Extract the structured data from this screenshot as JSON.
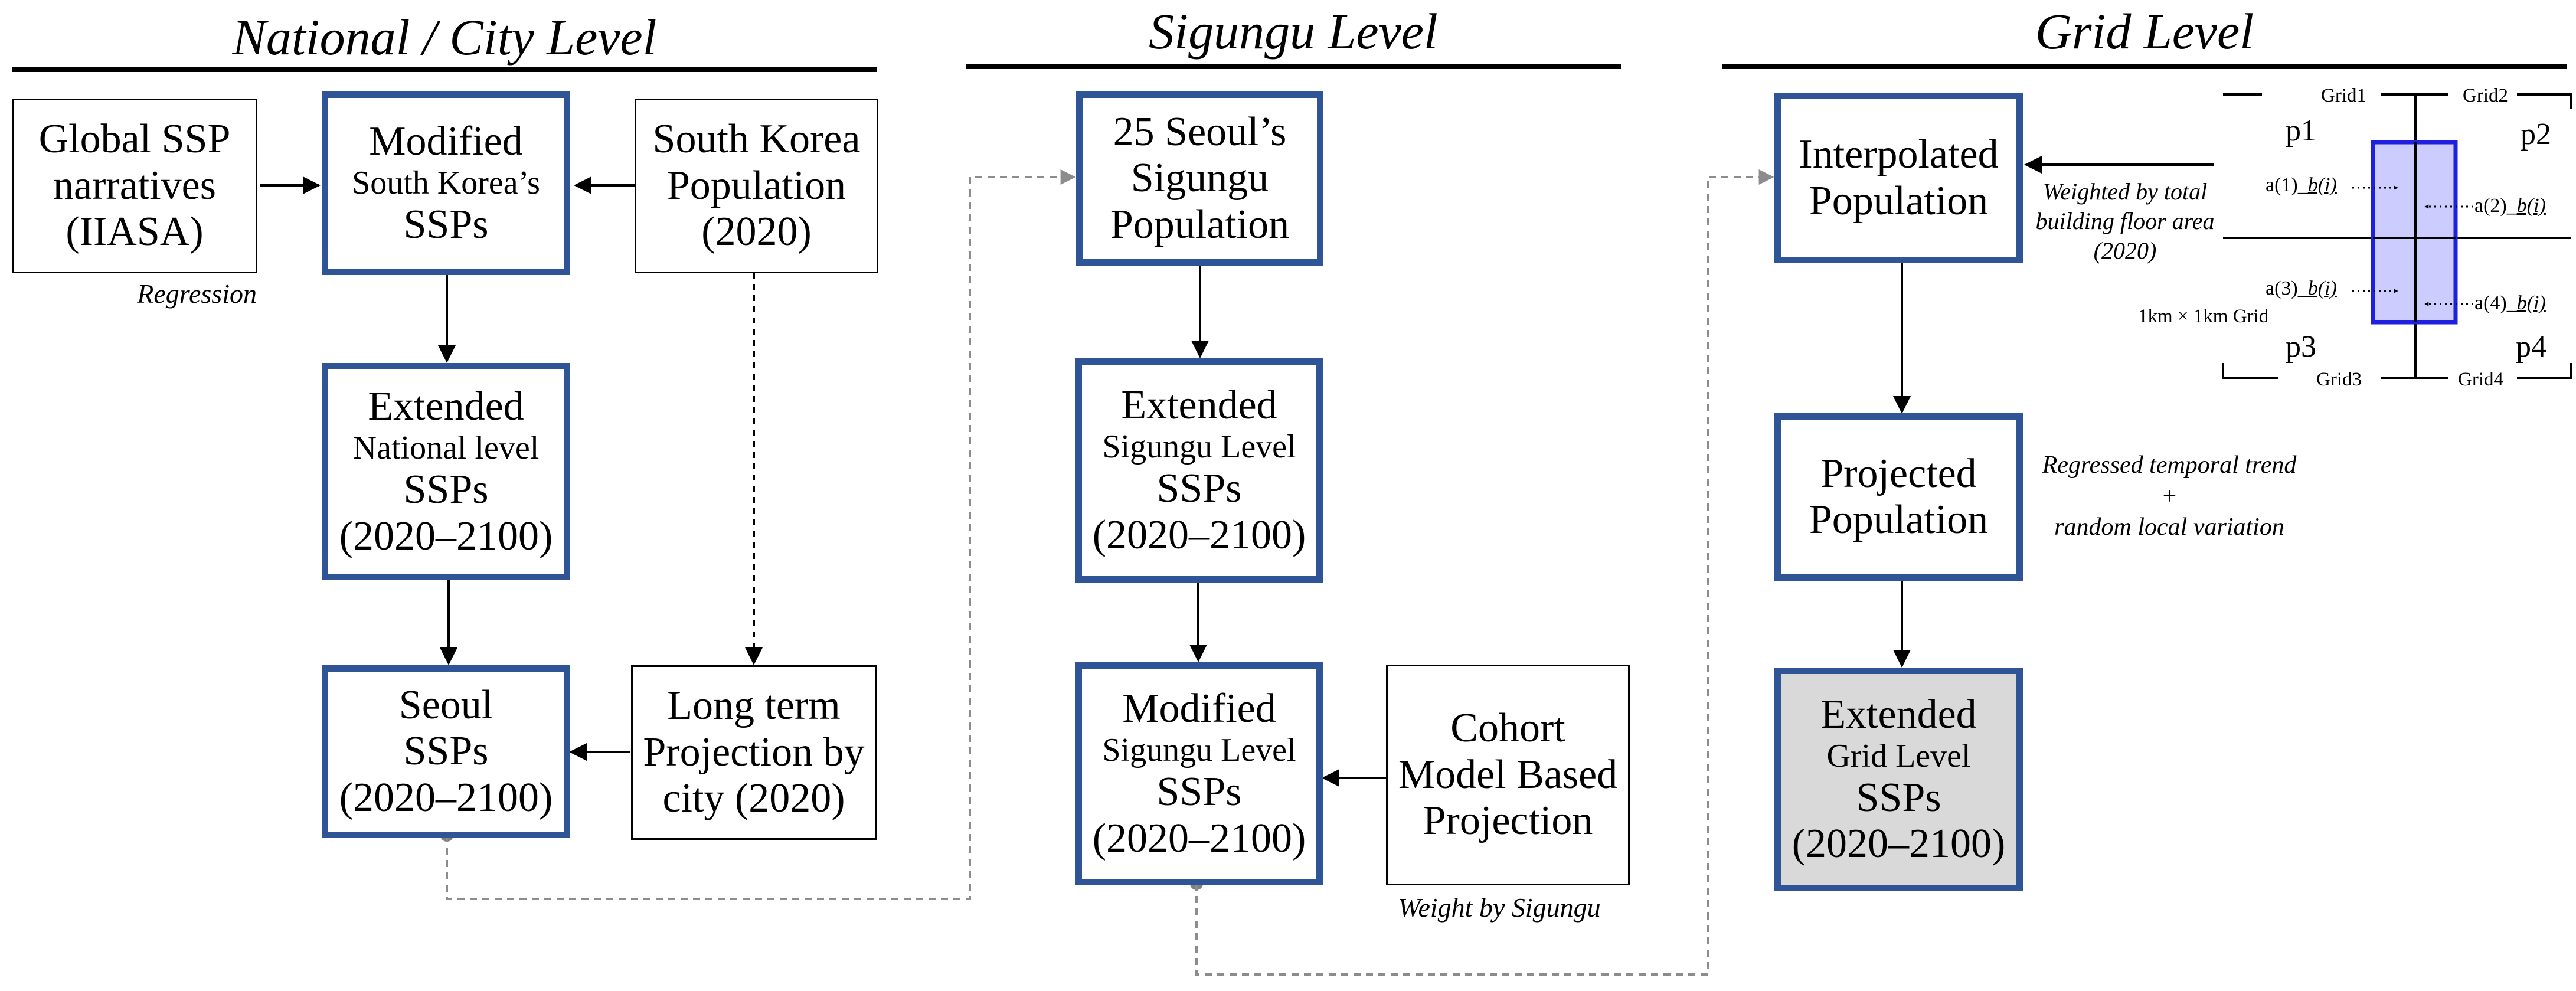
{
  "headings": {
    "national": "National / City Level",
    "sigungu": "Sigungu Level",
    "grid": "Grid Level"
  },
  "boxes": {
    "global_ssp": [
      "Global SSP",
      "narratives",
      "(IIASA)"
    ],
    "modified_korea": [
      "Modified",
      "South Korea’s",
      "SSPs"
    ],
    "korea_population": [
      "South Korea",
      "Population",
      "(2020)"
    ],
    "extended_national": [
      "Extended",
      "National level",
      "SSPs",
      "(2020–2100)"
    ],
    "seoul_ssps": [
      "Seoul",
      "SSPs",
      "(2020–2100)"
    ],
    "long_term": [
      "Long term",
      "Projection by",
      "city (2020)"
    ],
    "seoul_sigungu_pop": [
      "25 Seoul’s",
      "Sigungu",
      "Population"
    ],
    "extended_sigungu": [
      "Extended",
      "Sigungu Level",
      "SSPs",
      "(2020–2100)"
    ],
    "modified_sigungu": [
      "Modified",
      "Sigungu Level",
      "SSPs",
      "(2020–2100)"
    ],
    "cohort": [
      "Cohort",
      "Model Based",
      "Projection"
    ],
    "interpolated": [
      "Interpolated",
      "Population"
    ],
    "projected": [
      "Projected",
      "Population"
    ],
    "extended_grid": [
      "Extended",
      "Grid Level",
      "SSPs",
      "(2020–2100)"
    ]
  },
  "notes": {
    "regression": "Regression",
    "weight_sigungu": "Weight by Sigungu",
    "weighted_floor": [
      "Weighted by  total",
      "building floor area",
      "(2020)"
    ],
    "regressed_trend": [
      "Regressed temporal trend",
      "+",
      "random local variation"
    ]
  },
  "grid_inset": {
    "grid_labels": [
      "Grid1",
      "Grid2",
      "Grid3",
      "Grid4"
    ],
    "points": [
      "p1",
      "p2",
      "p3",
      "p4"
    ],
    "weights": [
      {
        "prefix": "a(1)_",
        "suffix": "b(i)"
      },
      {
        "prefix": "a(2)_",
        "suffix": "b(i)"
      },
      {
        "prefix": "a(3)_",
        "suffix": "b(i)"
      },
      {
        "prefix": "a(4)_",
        "suffix": "b(i)"
      }
    ],
    "cell_size": "1km × 1km Grid"
  },
  "colors": {
    "box_border_blue": "#2F5597",
    "final_box_fill": "#D9D9D9",
    "inset_highlight_fill": "#CCCCFF",
    "inset_highlight_border": "#1F1FE0",
    "dashed_connector": "#8C8C8C"
  }
}
